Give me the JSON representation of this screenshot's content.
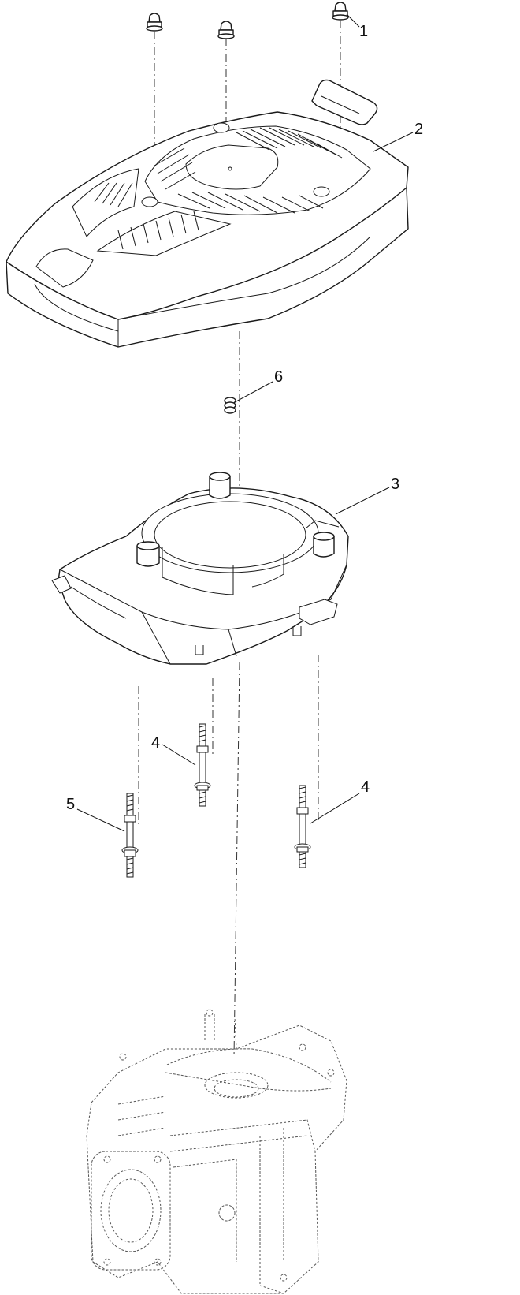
{
  "callouts": [
    "1",
    "2",
    "3",
    "4",
    "4",
    "5",
    "6"
  ]
}
